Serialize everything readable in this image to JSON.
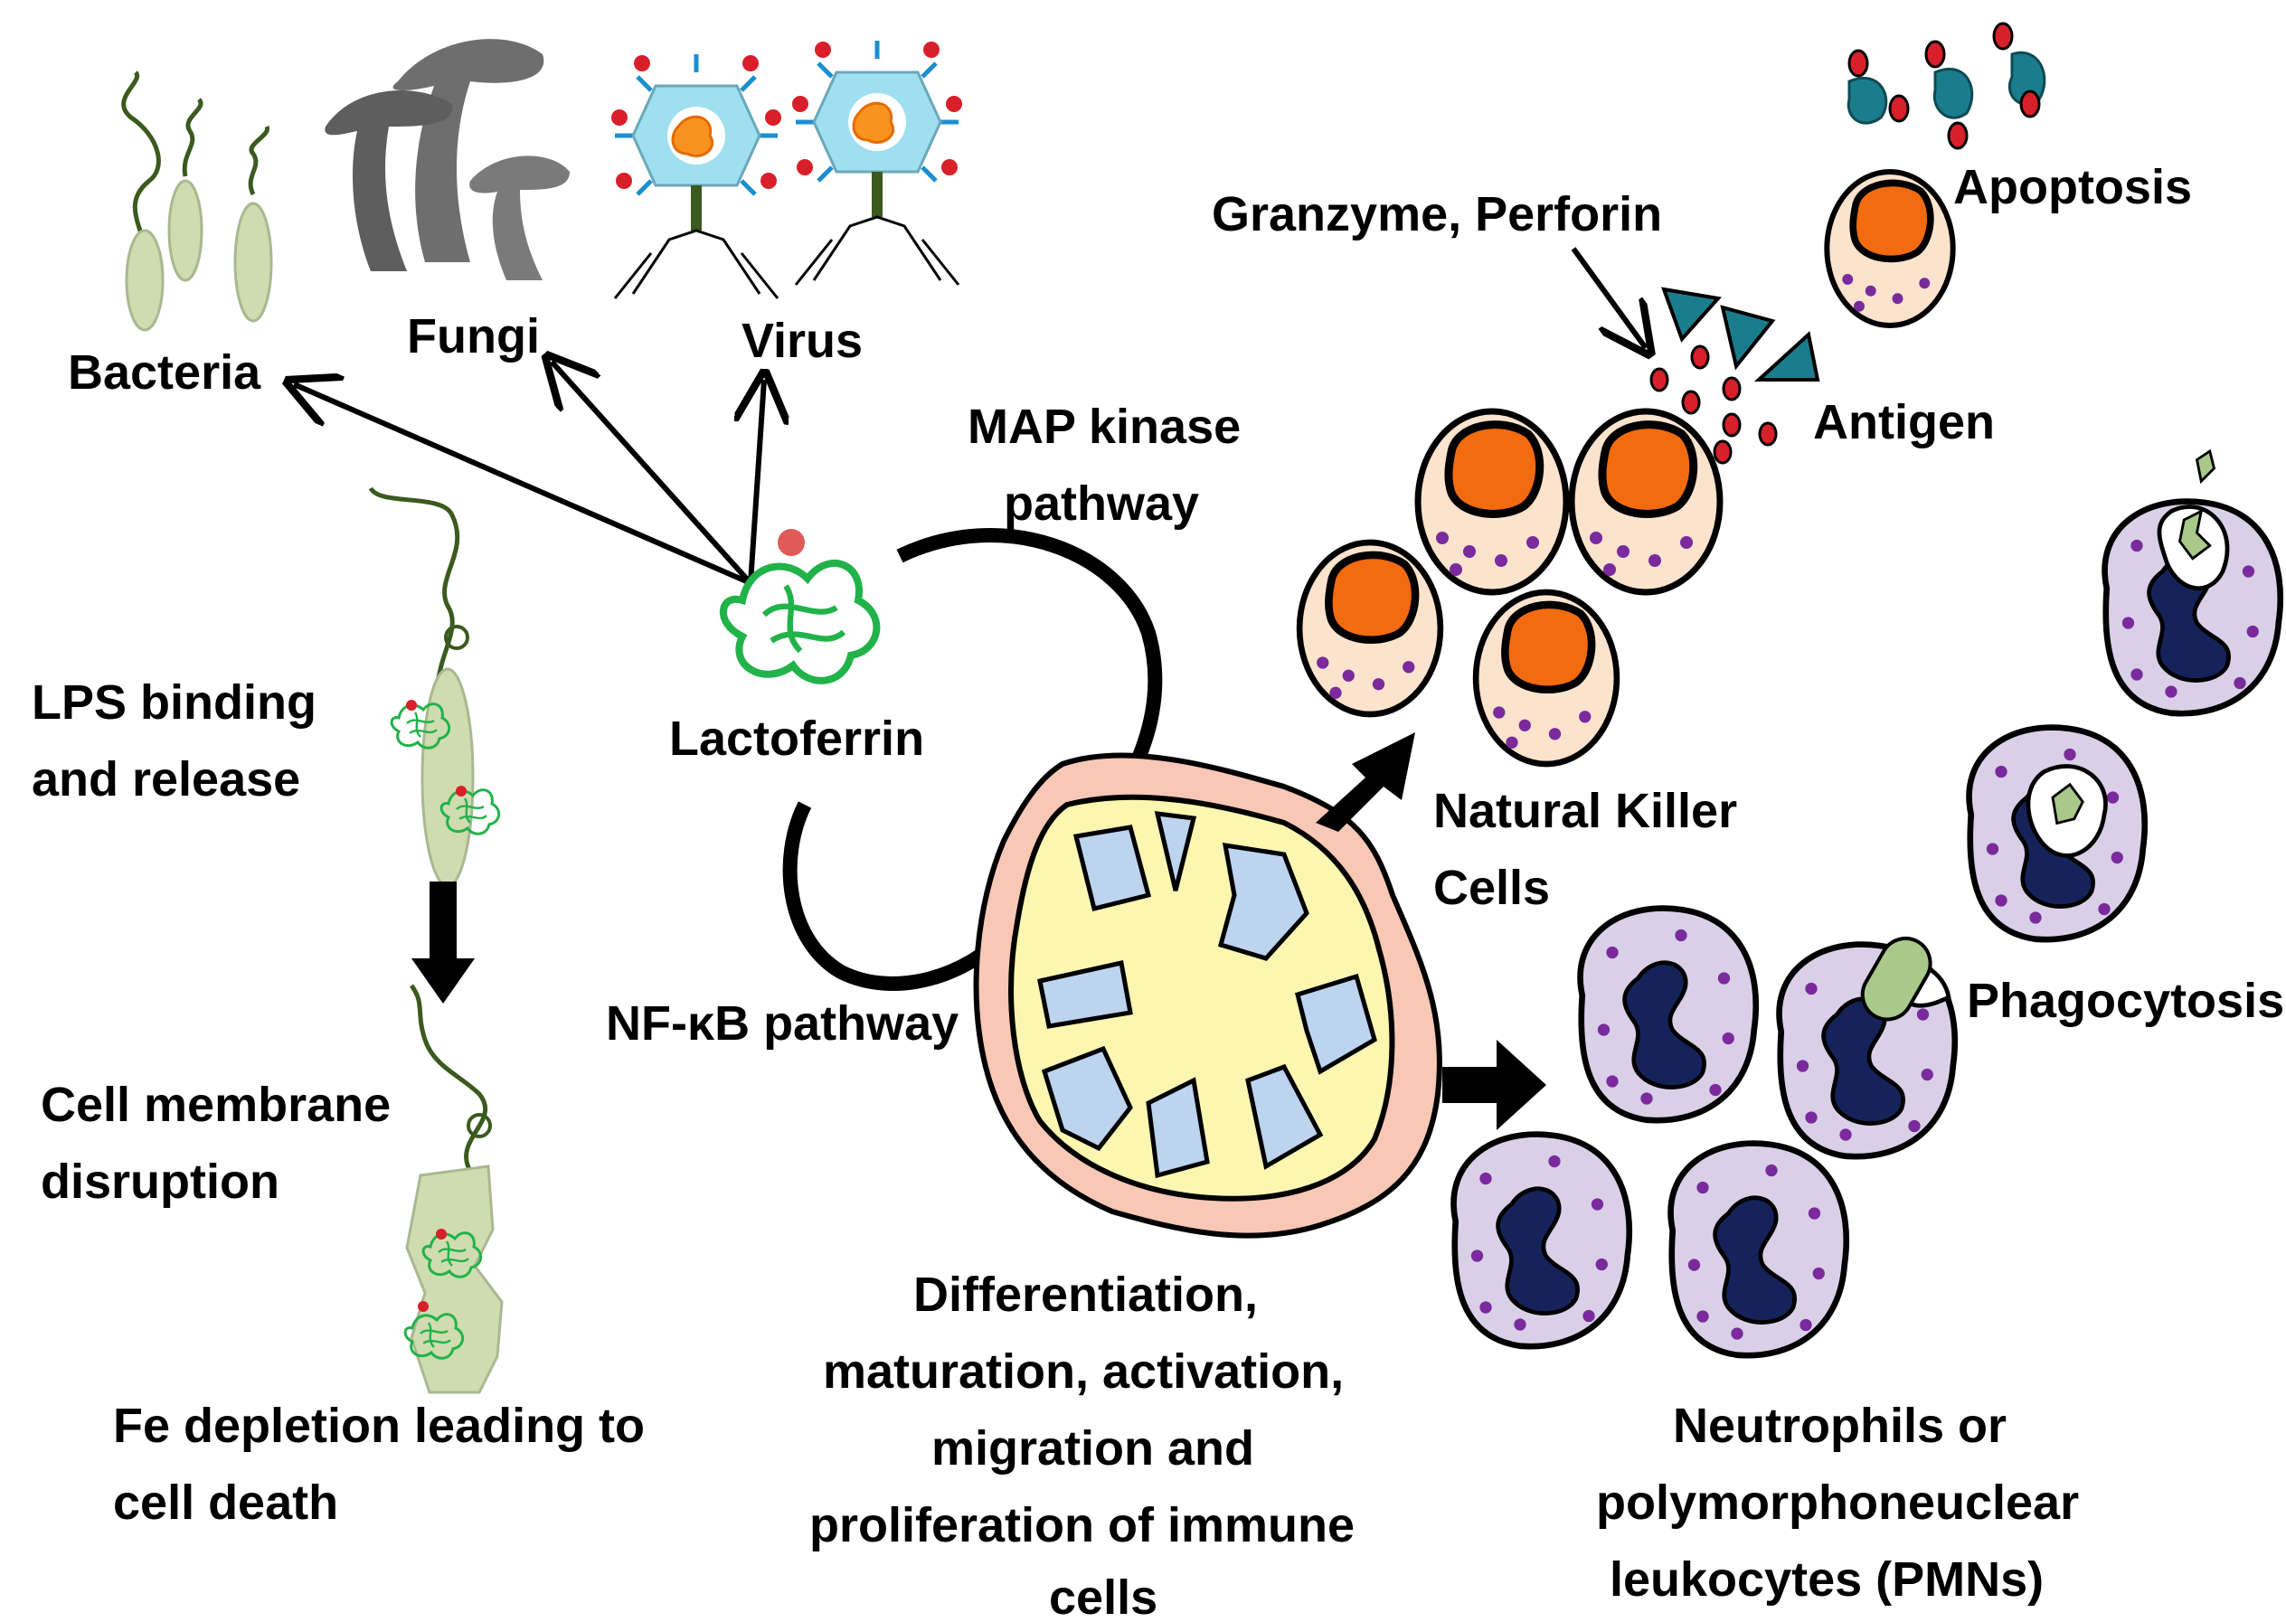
{
  "labels": {
    "bacteria": "Bacteria",
    "fungi": "Fungi",
    "virus": "Virus",
    "lactoferrin": "Lactoferrin",
    "lps_line1": "LPS binding",
    "lps_line2": "and release",
    "membrane_line1": "Cell membrane",
    "membrane_line2": "disruption",
    "fe_line1": "Fe depletion leading to",
    "fe_line2": "cell death",
    "map_line1": "MAP kinase",
    "map_line2": "pathway",
    "nfkb": "NF-κB pathway",
    "granzyme": "Granzyme, Perforin",
    "apoptosis": "Apoptosis",
    "antigen": "Antigen",
    "nk_line1": "Natural Killer",
    "nk_line2": "Cells",
    "phagocytosis": "Phagocytosis",
    "diff_line1": "Differentiation,",
    "diff_line2": "maturation, activation,",
    "diff_line3": "migration and",
    "diff_line4": "proliferation of immune",
    "diff_line5": "cells",
    "neut_line1": "Neutrophils or",
    "neut_line2": "polymorphoneuclear",
    "neut_line3": "leukocytes (PMNs)"
  },
  "colors": {
    "bacteria_fill": "#cfdcb0",
    "lactoferrin_green": "#22b24a",
    "fungi_gray": "#6e6e6e",
    "virus_blue": "#9fdff0",
    "nk_cytoplasm": "#fbe3cd",
    "nk_nucleus": "#f26b0f",
    "pmn_cytoplasm": "#d9d0e8",
    "pmn_nucleus": "#15235a",
    "granule_purple": "#7a2a9c",
    "antigen_teal": "#1b7d8c",
    "thymus_outer": "#f8c7b6",
    "thymus_inner": "#fbf6b0",
    "thymus_lobule": "#bcd4ee",
    "red_dot": "#d8202a"
  }
}
